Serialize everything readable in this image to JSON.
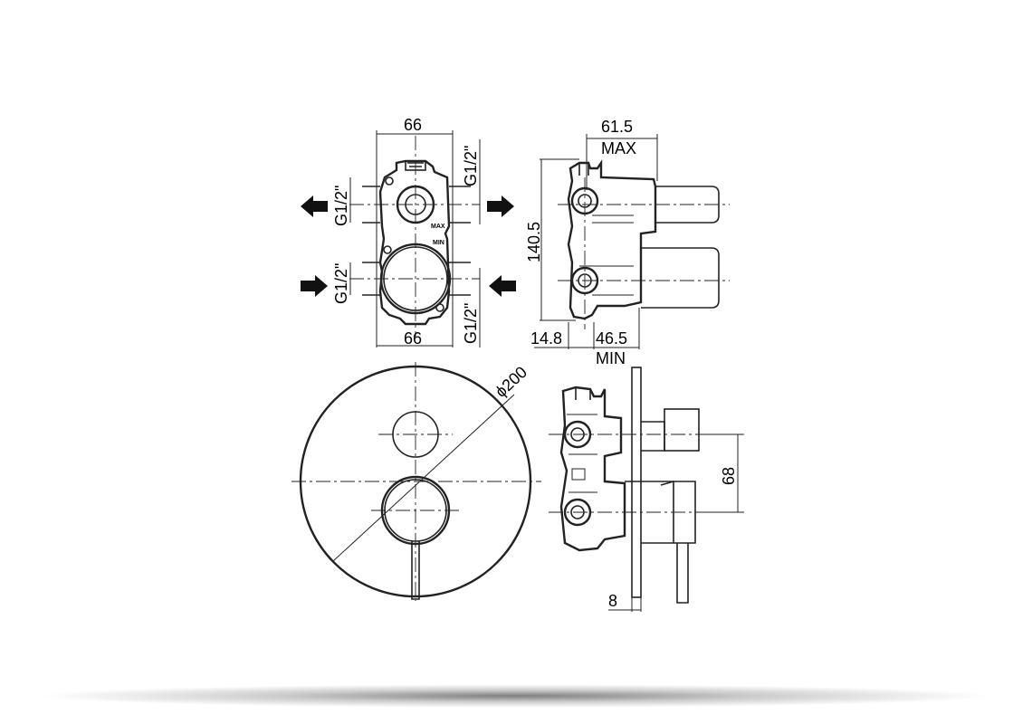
{
  "dimensions": {
    "front_top_width": "66",
    "front_bottom_width": "66",
    "thread_top_left": "G1/2\"",
    "thread_top_right": "G1/2\"",
    "thread_bottom_left": "G1/2\"",
    "thread_bottom_right": "G1/2\"",
    "side_depth": "61.5",
    "side_depth_note": "MAX",
    "side_height": "140.5",
    "side_offset": "14.8",
    "side_min_depth": "46.5",
    "side_min_note": "MIN",
    "plate_diameter": "ϕ200",
    "spout_spacing": "68",
    "plate_thickness": "8"
  },
  "body_marks": {
    "max": "MAX",
    "min": "MIN"
  },
  "icons": {
    "arrow_out_left": "arrow-left-icon",
    "arrow_out_right": "arrow-right-icon",
    "arrow_in_left": "arrow-right-icon",
    "arrow_in_right": "arrow-left-icon"
  },
  "colors": {
    "line": "#222222",
    "background": "#ffffff"
  }
}
